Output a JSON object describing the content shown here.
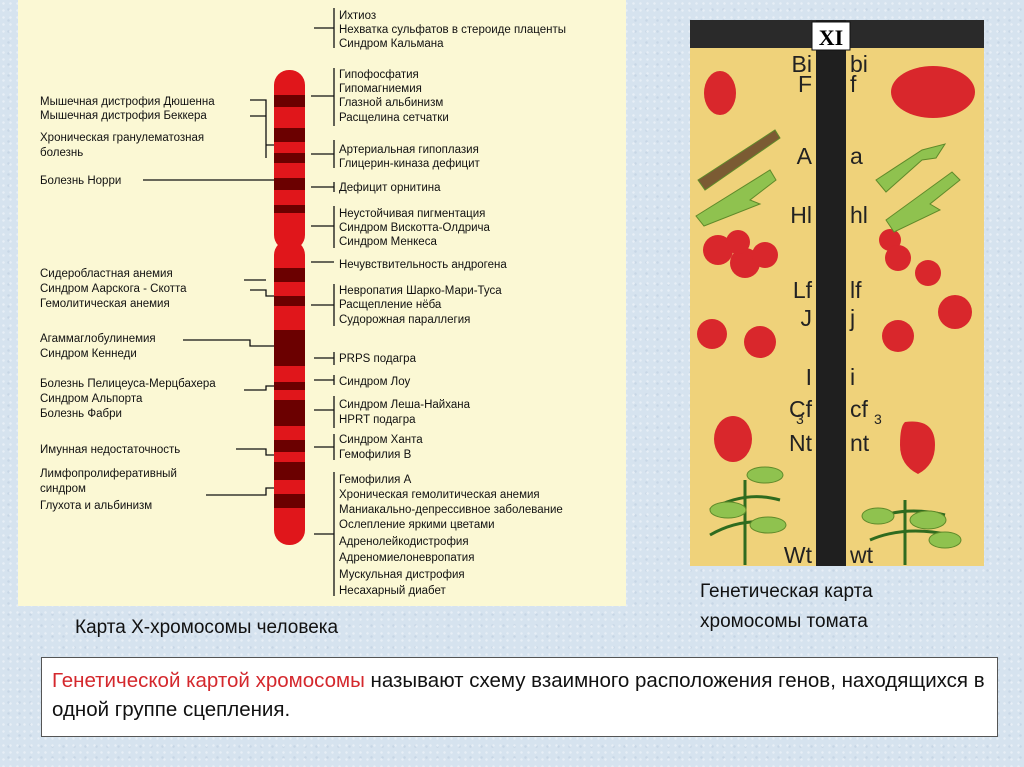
{
  "x_map": {
    "right_genes": [
      "Ихтиоз",
      "Нехватка сульфатов в стероиде плаценты",
      "Синдром Кальмана",
      "Гипофосфатия",
      "Гипомагниемия",
      "Глазной альбинизм",
      "Расщелина сетчатки",
      "Артериальная гипоплазия",
      "Глицерин-киназа дефицит",
      "Дефицит орнитина",
      "Неустойчивая пигментация",
      "Синдром Вискотта-Олдрича",
      "Синдром Менкеса",
      "Нечувствительность андрогена",
      "Невропатия Шарко-Мари-Туса",
      "Расщепление нёба",
      "Судорожная параллегия",
      "PRPS подагра",
      "Синдром Лоу",
      "Синдром Леша-Найхана",
      "HPRT подагра",
      "Синдром Ханта",
      "Гемофилия В",
      "Гемофилия А",
      "Хроническая гемолитическая анемия",
      "Маниакально-депрессивное заболевание",
      "Ослепление яркими цветами",
      "Адренолейкодистрофия",
      "Адреномиелоневропатия",
      "Мускульная дистрофия",
      "Несахарный диабет"
    ],
    "left_genes": [
      "Мышечная дистрофия Дюшенна",
      "Мышечная дистрофия Беккера",
      "Хроническая гранулематозная",
      "болезнь",
      "Болезнь Норри",
      "Сидеробластная анемия",
      "Синдром Аарскога - Скотта",
      "Гемолитическая анемия",
      "Агаммаглобулинемия",
      "Синдром Кеннеди",
      "Болезнь Пелицеуса-Мерцбахера",
      "Синдром Альпорта",
      "Болезнь Фабри",
      "Имунная недостаточность",
      "Лимфопролиферативный",
      "синдром",
      "Глухота и альбинизм"
    ]
  },
  "caption_left": "Карта Х-хромосомы человека",
  "tomato_map": {
    "chromosome_label": "XI",
    "left_genes": [
      "Bi",
      "F",
      "A",
      "Hl",
      "Lf",
      "J",
      "I",
      "Cf",
      "Nt",
      "Wt"
    ],
    "right_genes": [
      "bi",
      "f",
      "a",
      "hl",
      "lf",
      "j",
      "i",
      "cf",
      "nt",
      "wt"
    ],
    "cf_sub": "3"
  },
  "caption_right_line1": "Генетическая карта",
  "caption_right_line2": "хромосомы томата",
  "definition": {
    "term": "Генетической картой хромосомы",
    "rest": " называют схему взаимного расположения генов, находящихся в одной группе сцепления."
  },
  "colors": {
    "chromosome": "#e0161b",
    "band": "#6b0000",
    "tomato": "#d9272c",
    "leaf": "#8fc24f",
    "panel": "#fbf8d4",
    "tomato_bg": "#efd27a",
    "term": "#d4282d"
  }
}
